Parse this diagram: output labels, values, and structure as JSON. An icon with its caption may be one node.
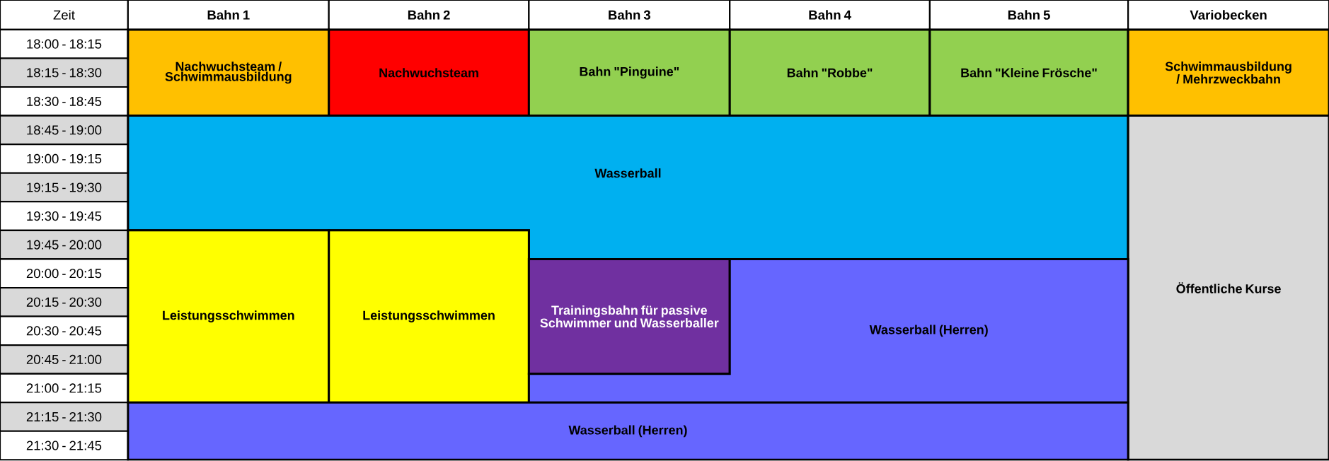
{
  "diagram": {
    "nodes": [
      {
        "text": [
          "Zeit"
        ]
      },
      {
        "text": [
          "Bahn 1"
        ]
      },
      {
        "text": [
          "Bahn 2"
        ]
      },
      {
        "text": [
          "Bahn 3"
        ]
      },
      {
        "text": [
          "Bahn 4"
        ]
      },
      {
        "text": [
          "Bahn 5"
        ]
      },
      {
        "text": [
          "Variobecken"
        ]
      },
      {
        "text": [
          "18:00 - 18:15"
        ]
      },
      {
        "text": [
          "18:15 - 18:30"
        ]
      },
      {
        "text": [
          "18:30 - 18:45"
        ]
      },
      {
        "text": [
          "18:45 - 19:00"
        ]
      },
      {
        "text": [
          "19:00 - 19:15"
        ]
      },
      {
        "text": [
          "19:15 - 19:30"
        ]
      },
      {
        "text": [
          "19:30 - 19:45"
        ]
      },
      {
        "text": [
          "19:45 - 20:00"
        ]
      },
      {
        "text": [
          "20:00 - 20:15"
        ]
      },
      {
        "text": [
          "20:15 - 20:30"
        ]
      },
      {
        "text": [
          "20:30 - 20:45"
        ]
      },
      {
        "text": [
          "20:45 - 21:00"
        ]
      },
      {
        "text": [
          "21:00 - 21:15"
        ]
      },
      {
        "text": [
          "21:15 - 21:30"
        ]
      },
      {
        "text": [
          "21:30 - 21:45"
        ]
      },
      {
        "text": [
          "Nachwuchsteam / Schwimmausbildung"
        ]
      },
      {
        "text": [
          "Nachwuchsteam"
        ]
      },
      {
        "text": [
          "Bahn \"Pinguine\""
        ]
      },
      {
        "text": [
          "Bahn \"Robbe\""
        ]
      },
      {
        "text": [
          "Bahn \"Kleine Frösche\""
        ]
      },
      {
        "text": [
          "Schwimmausbildung / Mehrzweckbahn"
        ]
      },
      {
        "text": [
          "Wasserball"
        ]
      },
      {
        "text": [
          "Öffentliche Kurse"
        ]
      },
      {
        "text": [
          "Leistungsschwimmen"
        ]
      },
      {
        "text": [
          "Leistungsschwimmen"
        ]
      },
      {
        "text": [
          "Trainingsbahn für passive Schwimmer und Wasserballer"
        ]
      },
      {
        "text": [
          "Wasserball (Herren)"
        ]
      },
      {
        "text": [
          "Wasserball (Herren)"
        ]
      }
    ]
  }
}
